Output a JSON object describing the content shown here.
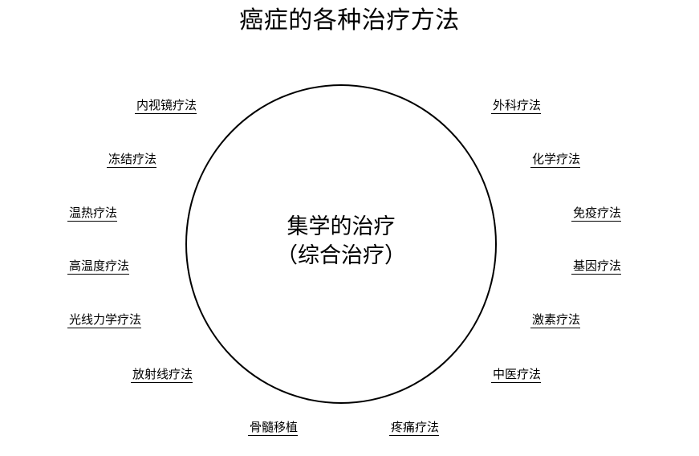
{
  "title": "癌症的各种治疗方法",
  "center": {
    "line1": "集学的治疗",
    "line2": "（综合治疗）"
  },
  "methods": {
    "left": [
      "内视镜疗法",
      "冻结疗法",
      "温热疗法",
      "高温度疗法",
      "光线力学疗法",
      "放射线疗法"
    ],
    "right": [
      "外科疗法",
      "化学疗法",
      "免疫疗法",
      "基因疗法",
      "激素疗法",
      "中医疗法"
    ],
    "bottom": [
      "骨髓移植",
      "疼痛疗法"
    ]
  }
}
